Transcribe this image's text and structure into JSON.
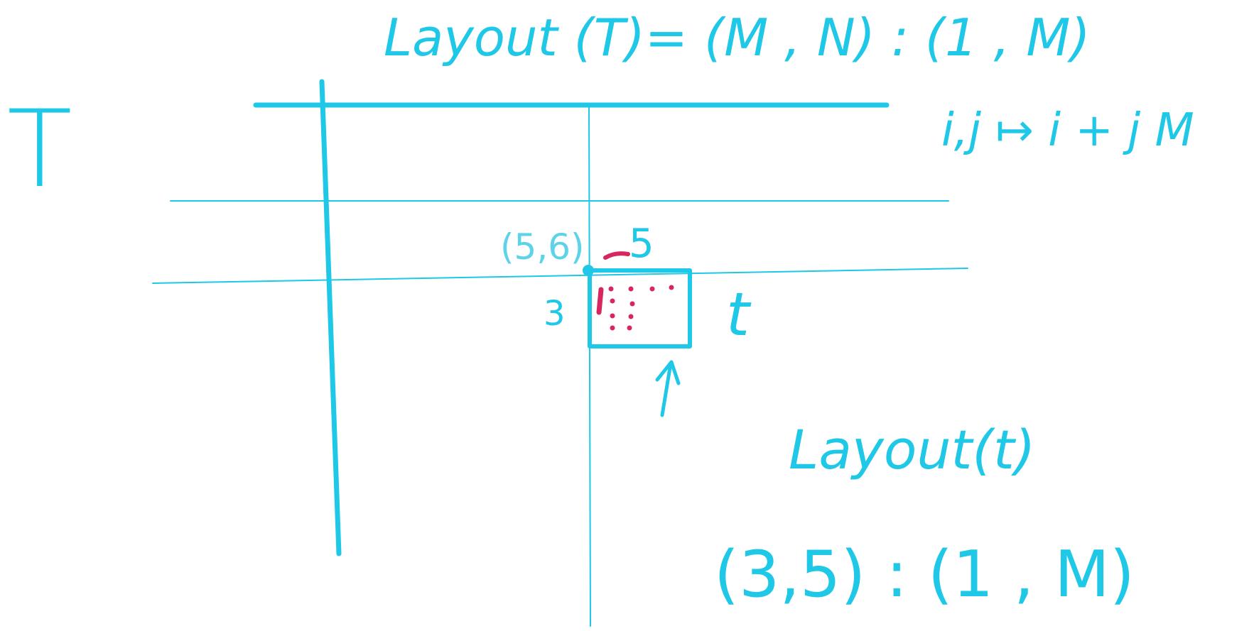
{
  "colors": {
    "ink": "#1ec8e6",
    "ink_light": "#5dd3ea",
    "accent": "#d6285e",
    "background": "#ffffff"
  },
  "labels": {
    "top_formula": "Layout (T)= (M , N) : (1 , M)",
    "tensor_big": "T",
    "mapping": "i,j ↦ i + j M",
    "corner_coord": "(5,6)",
    "tile_cols": "5",
    "tile_rows": "3",
    "tile_name": "t",
    "tile_layout_title": "Layout(t)",
    "tile_layout_formula": "(3,5) : (1 , M)"
  }
}
